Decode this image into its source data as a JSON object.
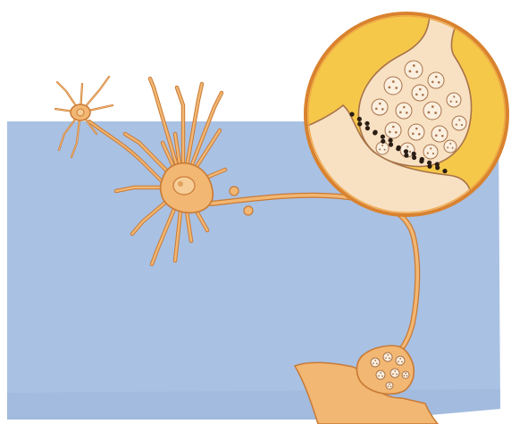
{
  "colors": {
    "page_background": "#ffffff",
    "panel_blue": "#a9c1e3",
    "panel_blue_shade": "#9fb7da",
    "neuron_fill": "#f2b772",
    "neuron_outline": "#c97a35",
    "nucleus_fill": "#f6cd97",
    "inset_ring": "#d9822f",
    "inset_background": "#f6c84a",
    "inset_cell_fill": "#f8e1c3",
    "vesicle_fill": "#fbefdf",
    "vesicle_outline": "#a8734a",
    "neurotransmitter_dot": "#2a1d14"
  },
  "icons": {
    "background": "blue-rectangle-panel",
    "cell_a": "small-neuron-with-dendrites",
    "cell_b": "large-neuron-with-dendrites",
    "axon": "long-axon-with-terminal",
    "target": "postsynaptic-cell",
    "inset": "magnified-synapse-circle"
  },
  "counts": {
    "inset_vesicles": 16,
    "inset_released_dots": 24,
    "terminal_vesicles": 7
  }
}
